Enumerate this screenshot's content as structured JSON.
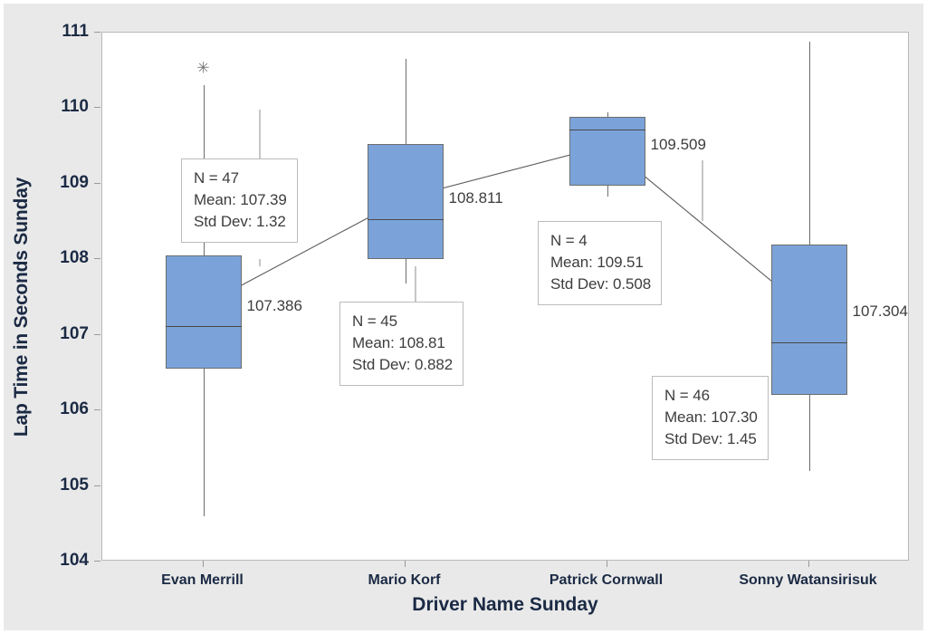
{
  "chart_data": {
    "type": "box",
    "title": "",
    "xlabel": "Driver Name Sunday",
    "ylabel": "Lap Time in Seconds Sunday",
    "ylim": [
      104,
      111
    ],
    "yticks": [
      104,
      105,
      106,
      107,
      108,
      109,
      110,
      111
    ],
    "grid": false,
    "legend": "none",
    "categories": [
      "Evan Merrill",
      "Mario Korf",
      "Patrick Cornwall",
      "Sonny Watansirisuk"
    ],
    "box_fill_color": "#7ba3d9",
    "box_edge_color": "#6d6d6d",
    "mean_line_color": "#5a5a5a",
    "boxes": [
      {
        "category": "Evan Merrill",
        "whisker_low": 104.6,
        "q1": 106.55,
        "median": 107.12,
        "q3": 108.05,
        "whisker_high": 110.3,
        "outliers": [
          110.53
        ],
        "mean": 107.386,
        "mean_label": "107.386",
        "n": 47,
        "n_label": "N = 47",
        "mean_stat_label": "Mean: 107.39",
        "std_dev_label": "Std Dev: 1.32",
        "std_dev": 1.32
      },
      {
        "category": "Mario Korf",
        "whisker_low": 107.68,
        "q1": 108.0,
        "median": 108.53,
        "q3": 109.52,
        "whisker_high": 110.65,
        "outliers": [],
        "mean": 108.811,
        "mean_label": "108.811",
        "n": 45,
        "n_label": "N = 45",
        "mean_stat_label": "Mean: 108.81",
        "std_dev_label": "Std Dev: 0.882",
        "std_dev": 0.882
      },
      {
        "category": "Patrick Cornwall",
        "whisker_low": 108.83,
        "q1": 108.97,
        "median": 109.72,
        "q3": 109.88,
        "whisker_high": 109.95,
        "outliers": [],
        "mean": 109.509,
        "mean_label": "109.509",
        "n": 4,
        "n_label": "N = 4",
        "mean_stat_label": "Mean: 109.51",
        "std_dev_label": "Std Dev: 0.508",
        "std_dev": 0.508
      },
      {
        "category": "Sonny Watansirisuk",
        "whisker_low": 105.2,
        "q1": 106.2,
        "median": 106.9,
        "q3": 108.2,
        "whisker_high": 110.88,
        "outliers": [],
        "mean": 107.304,
        "mean_label": "107.304",
        "n": 46,
        "n_label": "N = 46",
        "mean_stat_label": "Mean: 107.30",
        "std_dev_label": "Std Dev: 1.45",
        "std_dev": 1.45
      }
    ],
    "outlier_marker": "✳"
  }
}
